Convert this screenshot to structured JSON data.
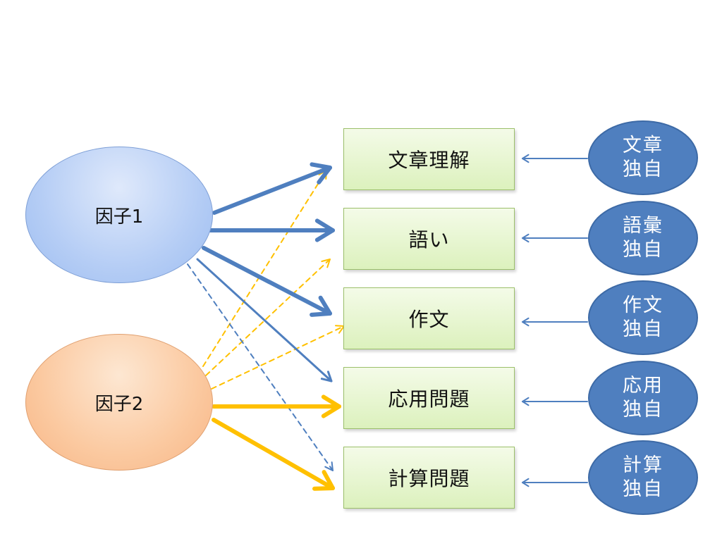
{
  "factors": [
    {
      "id": "f1",
      "label": "因子1",
      "color": "#4f7fbf"
    },
    {
      "id": "f2",
      "label": "因子2",
      "color": "#ffc000"
    }
  ],
  "variables": [
    "文章理解",
    "語い",
    "作文",
    "応用問題",
    "計算問題"
  ],
  "unique_factors": [
    {
      "line1": "文章",
      "line2": "独自"
    },
    {
      "line1": "語彙",
      "line2": "独自"
    },
    {
      "line1": "作文",
      "line2": "独自"
    },
    {
      "line1": "応用",
      "line2": "独自"
    },
    {
      "line1": "計算",
      "line2": "独自"
    }
  ],
  "paths": [
    {
      "from": "因子1",
      "to": "文章理解",
      "style": "thick"
    },
    {
      "from": "因子1",
      "to": "語い",
      "style": "thick"
    },
    {
      "from": "因子1",
      "to": "作文",
      "style": "thick"
    },
    {
      "from": "因子1",
      "to": "応用問題",
      "style": "thin"
    },
    {
      "from": "因子1",
      "to": "計算問題",
      "style": "dashed"
    },
    {
      "from": "因子2",
      "to": "文章理解",
      "style": "dashed"
    },
    {
      "from": "因子2",
      "to": "語い",
      "style": "dashed"
    },
    {
      "from": "因子2",
      "to": "作文",
      "style": "dashed"
    },
    {
      "from": "因子2",
      "to": "応用問題",
      "style": "thick"
    },
    {
      "from": "因子2",
      "to": "計算問題",
      "style": "thick"
    }
  ],
  "colors": {
    "factor1_path": "#4f7fbf",
    "factor2_path": "#ffc000",
    "unique_path": "#4f7fbf"
  }
}
